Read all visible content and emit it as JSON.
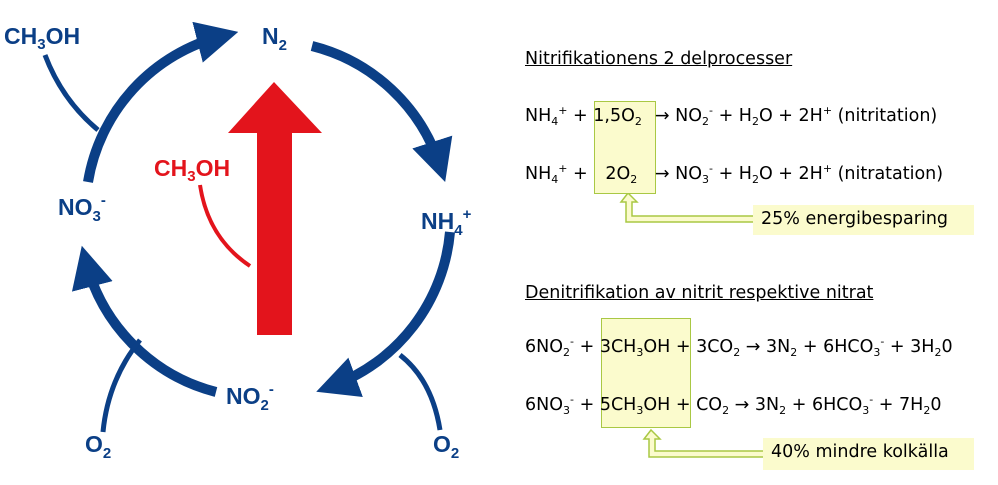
{
  "cycle": {
    "n2": {
      "main": "N",
      "sub": "2"
    },
    "nh4": {
      "main": "NH",
      "sub": "4",
      "sup": "+"
    },
    "no2": {
      "main": "NO",
      "sub": "2",
      "sup": "-"
    },
    "no3": {
      "main": "NO",
      "sub": "3",
      "sup": "-"
    },
    "ch3oh_top": {
      "a": "CH",
      "sub": "3",
      "b": "OH"
    },
    "ch3oh_red": {
      "a": "CH",
      "sub": "3",
      "b": "OH"
    },
    "o2_left": {
      "main": "O",
      "sub": "2"
    },
    "o2_right": {
      "main": "O",
      "sub": "2"
    }
  },
  "colors": {
    "cycle": "#0b3f86",
    "red_arrow": "#e3141c",
    "highlight_fill": "#fbfbcd",
    "highlight_border": "#a9c844"
  },
  "nitrification": {
    "heading": "Nitrifikationens 2 delprocesser",
    "eq1": {
      "nh4": "NH",
      "nh4_sub": "4",
      "nh4_sup": "+",
      "plus": "+",
      "box": "1,5O",
      "box_sub": "2",
      "arrow": "→",
      "no": "NO",
      "no_sub": "2",
      "no_sup": "-",
      "rest": "+ H",
      "h2o_sub": "2",
      "rest2": "O + 2H",
      "h_sup": "+",
      "label": "(nitritation)"
    },
    "eq2": {
      "nh4": "NH",
      "nh4_sub": "4",
      "nh4_sup": "+",
      "plus": "+",
      "box": "2O",
      "box_sub": "2",
      "arrow": "→",
      "no": "NO",
      "no_sub": "3",
      "no_sup": "-",
      "rest": "+ H",
      "h2o_sub": "2",
      "rest2": "O + 2H",
      "h_sup": "+",
      "label": "(nitratation)"
    },
    "callout": "25% energibesparing"
  },
  "denitrification": {
    "heading": "Denitrifikation av nitrit respektive nitrat",
    "eq1": {
      "a": "6NO",
      "a_sub": "2",
      "a_sup": "-",
      "plus": "+",
      "box_a": "3CH",
      "box_sub": "3",
      "box_b": "OH",
      "b": "+ 3CO",
      "b_sub": "2",
      "arrow": "→",
      "c": "3N",
      "c_sub": "2",
      "d": "+ 6HCO",
      "d_sub": "3",
      "d_sup": "-",
      "e": "+ 3H",
      "e_sub": "2",
      "f": "0"
    },
    "eq2": {
      "a": "6NO",
      "a_sub": "3",
      "a_sup": "-",
      "plus": "+",
      "box_a": "5CH",
      "box_sub": "3",
      "box_b": "OH",
      "b": "+ CO",
      "b_sub": "2",
      "arrow": "→",
      "c": "3N",
      "c_sub": "2",
      "d": "+ 6HCO",
      "d_sub": "3",
      "d_sup": "-",
      "e": "+ 7H",
      "e_sub": "2",
      "f": "0"
    },
    "callout": "40% mindre kolkälla"
  }
}
